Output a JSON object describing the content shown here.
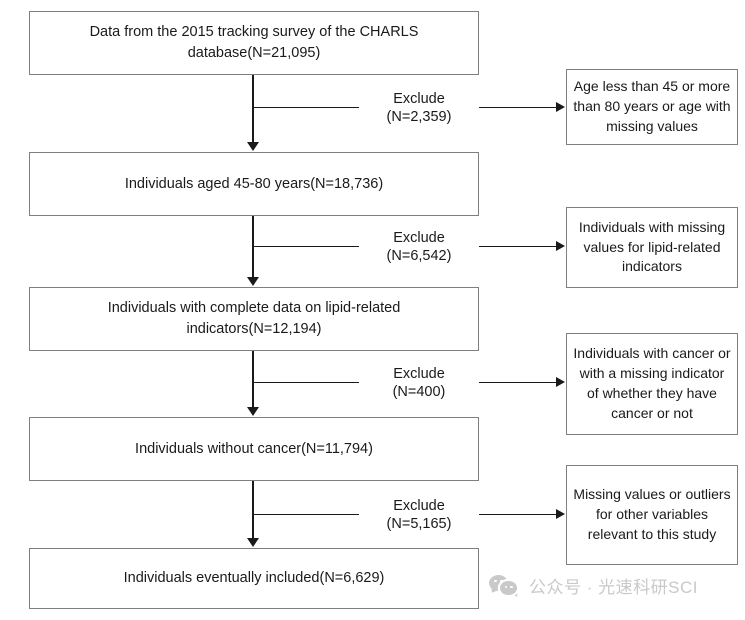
{
  "figure": {
    "type": "participant-flow-diagram",
    "colors": {
      "box_border": "#7f7f7f",
      "arrow": "#1a1a1a",
      "text": "#1a1a1a",
      "background": "#ffffff",
      "watermark": "#c9c9c9"
    }
  },
  "main_boxes": [
    {
      "text": "Data from the 2015 tracking survey of the CHARLS database(N=21,095)",
      "n": "21,095"
    },
    {
      "text": "Individuals aged 45-80 years(N=18,736)",
      "n": "18,736"
    },
    {
      "text": "Individuals with complete data on lipid-related indicators(N=12,194)",
      "n": "12,194"
    },
    {
      "text": "Individuals without cancer(N=11,794)",
      "n": "11,794"
    },
    {
      "text": "Individuals eventually included(N=6,629)",
      "n": "6,629"
    }
  ],
  "exclusions": [
    {
      "label": "Exclude",
      "count": "(N=2,359)",
      "n": "2,359"
    },
    {
      "label": "Exclude",
      "count": "(N=6,542)",
      "n": "6,542"
    },
    {
      "label": "Exclude",
      "count": "(N=400)",
      "n": "400"
    },
    {
      "label": "Exclude",
      "count": "(N=5,165)",
      "n": "5,165"
    }
  ],
  "side_boxes": [
    {
      "text": "Age less than 45 or more than 80 years or age with missing values"
    },
    {
      "text": "Individuals with missing values for lipid-related indicators"
    },
    {
      "text": "Individuals with cancer or with a missing indicator of whether they have cancer or not"
    },
    {
      "text": "Missing values or outliers for other variables relevant to this study"
    }
  ],
  "watermark": {
    "icon": "wechat-icon",
    "text": "公众号 · 光速科研SCI"
  }
}
